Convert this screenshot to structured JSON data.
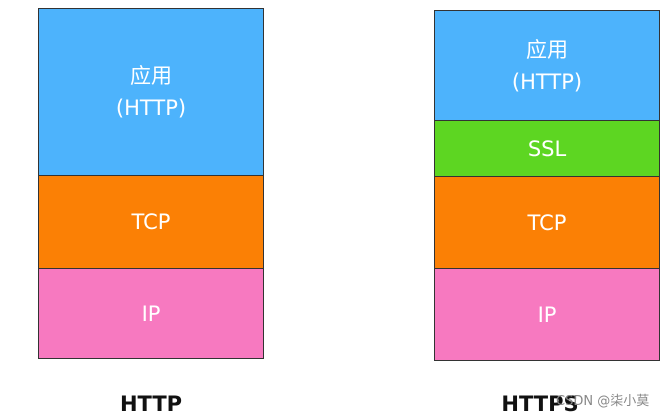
{
  "colors": {
    "app": "#4db3fc",
    "ssl": "#5dd622",
    "tcp": "#fb8005",
    "ip": "#f779c0"
  },
  "http": {
    "caption": "HTTP",
    "layers": [
      {
        "line1": "应用",
        "line2": "(HTTP)"
      },
      {
        "line1": "TCP"
      },
      {
        "line1": "IP"
      }
    ]
  },
  "https": {
    "caption": "HTTPS",
    "layers": [
      {
        "line1": "应用",
        "line2": "(HTTP)"
      },
      {
        "line1": "SSL"
      },
      {
        "line1": "TCP"
      },
      {
        "line1": "IP"
      }
    ]
  },
  "watermark": "CSDN @柒小莫"
}
